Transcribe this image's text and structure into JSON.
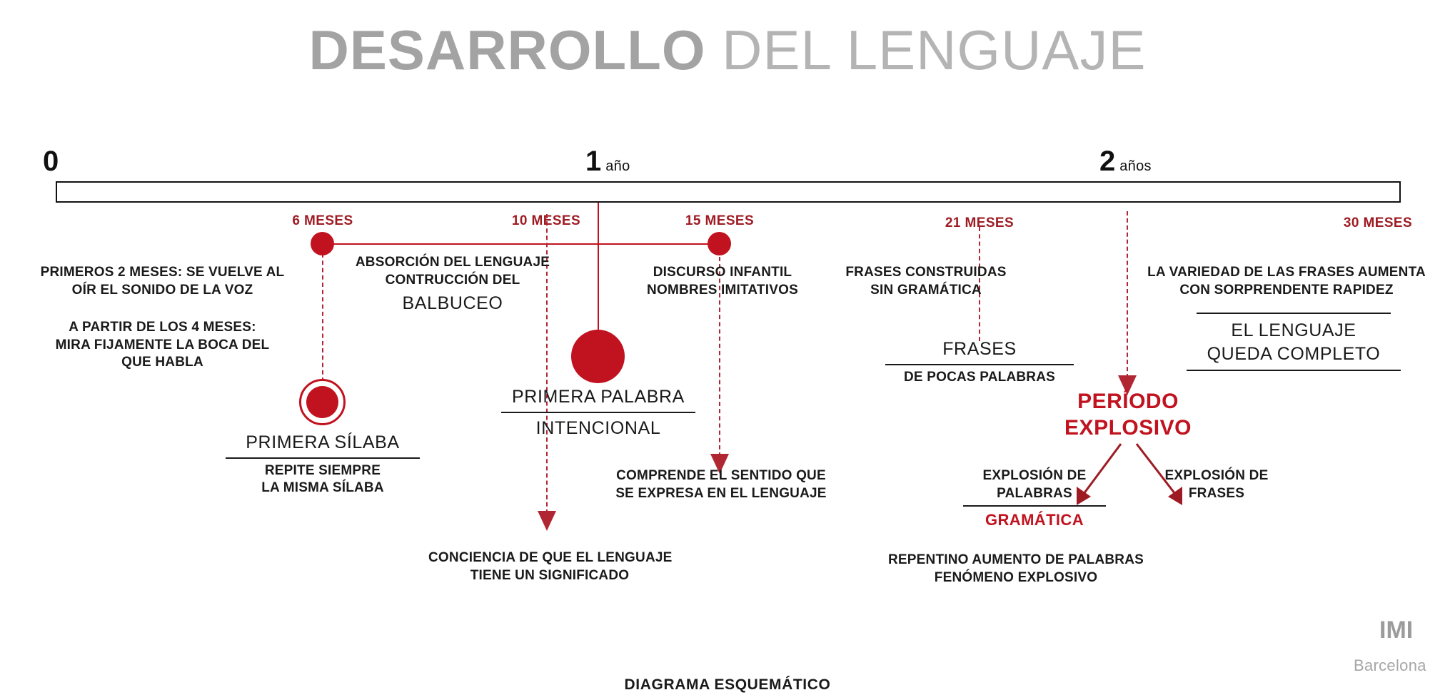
{
  "title": {
    "strong": "DESARROLLO",
    "light": " DEL LENGUAJE"
  },
  "axis": {
    "years": [
      {
        "value": "0",
        "unit": ""
      },
      {
        "value": "1",
        "unit": "año"
      },
      {
        "value": "2",
        "unit": "años"
      }
    ]
  },
  "milestones": {
    "m6": {
      "label": "6 MESES"
    },
    "m10": {
      "label": "10 MESES"
    },
    "m15": {
      "label": "15 MESES"
    },
    "m21": {
      "label": "21 MESES"
    },
    "m30": {
      "label": "30 MESES"
    }
  },
  "blocks": {
    "primeros_2_meses": {
      "line1": "PRIMEROS 2 MESES: SE VUELVE AL",
      "line2": "OÍR EL SONIDO DE LA VOZ"
    },
    "a_partir_4_meses": {
      "line1": "A PARTIR DE LOS 4 MESES:",
      "line2": "MIRA  FIJAMENTE LA BOCA DEL",
      "line3": "QUE HABLA"
    },
    "primera_silaba": {
      "heading": "PRIMERA SÍLABA",
      "line1": "REPITE SIEMPRE",
      "line2": "LA MISMA SÍLABA"
    },
    "balbuceo": {
      "line1": "ABSORCIÓN DEL LENGUAJE",
      "line2": "CONTRUCCIÓN DEL",
      "heading": "BALBUCEO"
    },
    "primera_palabra": {
      "heading": "PRIMERA PALABRA",
      "sub": "INTENCIONAL"
    },
    "conciencia": {
      "line1": "CONCIENCIA DE QUE EL LENGUAJE",
      "line2": "TIENE UN SIGNIFICADO"
    },
    "discurso_infantil": {
      "line1": "DISCURSO INFANTIL",
      "line2": "NOMBRES IMITATIVOS"
    },
    "comprende": {
      "line1": "COMPRENDE EL SENTIDO QUE",
      "line2": "SE EXPRESA EN EL LENGUAJE"
    },
    "frases_construidas": {
      "line1": "FRASES CONSTRUIDAS",
      "line2": "SIN GRAMÁTICA"
    },
    "frases": {
      "heading": "FRASES",
      "sub": "DE POCAS PALABRAS"
    },
    "periodo_explosivo": {
      "line1": "PERÍODO",
      "line2": "EXPLOSIVO"
    },
    "explosion_palabras": {
      "line1": "EXPLOSIÓN DE",
      "line2": "PALABRAS",
      "sub": "GRAMÁTICA"
    },
    "explosion_frases": {
      "line1": "EXPLOSIÓN DE",
      "line2": "FRASES"
    },
    "repentino": {
      "line1": "REPENTINO AUMENTO DE PALABRAS",
      "line2": "FENÓMENO EXPLOSIVO"
    },
    "variedad_frases": {
      "line1": "LA VARIEDAD DE LAS FRASES AUMENTA",
      "line2": "CON SORPRENDENTE RAPIDEZ"
    },
    "lenguaje_completo": {
      "line1": "EL LENGUAJE",
      "line2": "QUEDA COMPLETO"
    }
  },
  "footer": {
    "caption": "DIAGRAMA ESQUEMÁTICO"
  },
  "logo": {
    "name": "IMI",
    "city": "Barcelona"
  },
  "colors": {
    "red": "#c1121f",
    "dark_red": "#9e1b23",
    "gray": "#a8a8a8",
    "ink": "#1a1a1a"
  }
}
